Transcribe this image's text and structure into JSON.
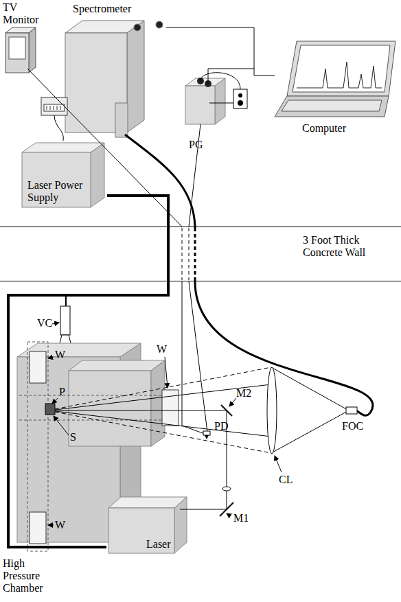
{
  "diagram": {
    "nodes": [
      {
        "text": [
          "TV Monitor"
        ]
      },
      {
        "text": [
          "Spectrometer"
        ]
      },
      {
        "text": [
          "Computer"
        ]
      },
      {
        "text": [
          "PG"
        ]
      },
      {
        "text": [
          "Laser Power Supply"
        ]
      },
      {
        "text": [
          "3 Foot Thick Concrete Wall"
        ]
      },
      {
        "text": [
          "High Pressure Chamber"
        ]
      },
      {
        "text": [
          "Laser"
        ]
      }
    ],
    "edges": [
      {
        "from": 4,
        "to": 7,
        "arrow": "none"
      },
      {
        "from": 1,
        "to": 2,
        "arrow": "none"
      }
    ],
    "labels": [
      "VC",
      "W",
      "W",
      "P",
      "W",
      "S",
      "PD",
      "M2",
      "FOC",
      "CL",
      "M1"
    ]
  }
}
